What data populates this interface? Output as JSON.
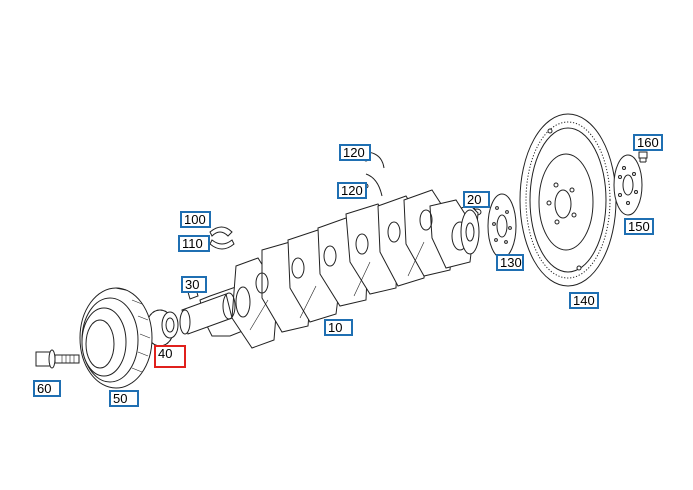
{
  "diagram": {
    "colors": {
      "callout_border": "#1f6fb2",
      "selected_border": "#e0201c",
      "line": "#222222"
    },
    "callouts": {
      "p10": "10",
      "p20": "20",
      "p30": "30",
      "p40": "40",
      "p50": "50",
      "p60": "60",
      "p100": "100",
      "p110": "110",
      "p120a": "120",
      "p120b": "120",
      "p130": "130",
      "p140": "140",
      "p150": "150",
      "p160": "160"
    },
    "selected": "40"
  }
}
